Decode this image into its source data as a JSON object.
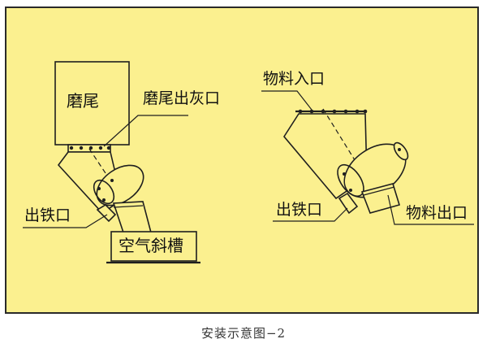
{
  "colors": {
    "panel_background": "#fbf08f",
    "stroke": "#1f1f1f",
    "page_background": "#ffffff"
  },
  "left_assembly": {
    "mill_tail_label": "磨尾",
    "ash_outlet_label": "磨尾出灰口",
    "iron_outlet_label": "出铁口",
    "air_chute_label": "空气斜槽"
  },
  "right_assembly": {
    "material_inlet_label": "物料入口",
    "iron_outlet_label": "出铁口",
    "material_outlet_label": "物料出口"
  },
  "caption": "安装示意图−2"
}
